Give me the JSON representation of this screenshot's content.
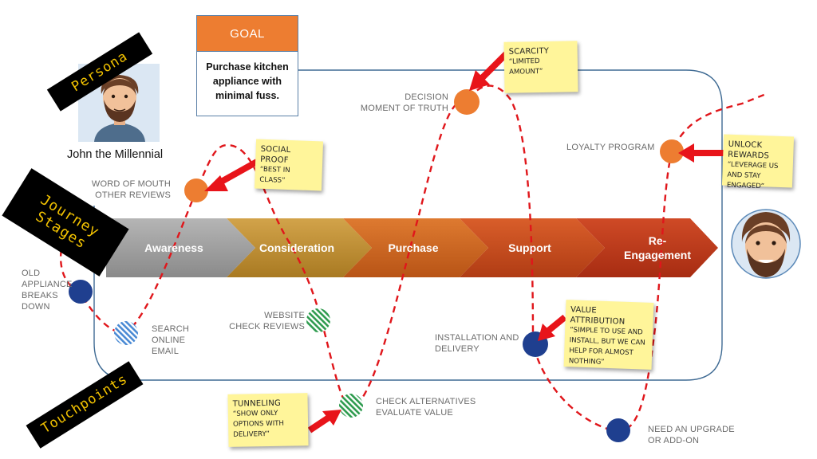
{
  "goal": {
    "header": "GOAL",
    "text": "Purchase kitchen appliance with minimal fuss."
  },
  "persona": {
    "tag": "Persona",
    "name": "John the Millennial"
  },
  "journey_tag": {
    "line1": "Journey",
    "line2": "Stages"
  },
  "touchpoints_tag": "Touchpoints",
  "stages": [
    "Awareness",
    "Consideration",
    "Purchase",
    "Support",
    "Re-Engagement"
  ],
  "stage_colors": [
    "#9a9a9a",
    "#bf8f2e",
    "#c9621a",
    "#c44a1c",
    "#b83418"
  ],
  "stage_label_lines": {
    "reengagement_1": "Re-",
    "reengagement_2": "Engagement"
  },
  "touchpoints": [
    {
      "label_lines": [
        "OLD",
        "APPLIANCE",
        "BREAKS",
        "DOWN"
      ],
      "marker": "navy"
    },
    {
      "label_lines": [
        "SEARCH",
        "ONLINE",
        "EMAIL"
      ],
      "marker": "blue-stripe"
    },
    {
      "label_lines": [
        "WORD OF MOUTH",
        "OTHER REVIEWS"
      ],
      "marker": "orange"
    },
    {
      "label_lines": [
        "WEBSITE",
        "CHECK REVIEWS"
      ],
      "marker": "green-stripe"
    },
    {
      "label_lines": [
        "CHECK ALTERNATIVES",
        "EVALUATE VALUE"
      ],
      "marker": "green-stripe"
    },
    {
      "label_lines": [
        "DECISION",
        "MOMENT OF TRUTH"
      ],
      "marker": "orange"
    },
    {
      "label_lines": [
        "INSTALLATION AND",
        "DELIVERY"
      ],
      "marker": "navy"
    },
    {
      "label_lines": [
        "NEED AN UPGRADE",
        "OR ADD-ON"
      ],
      "marker": "navy"
    },
    {
      "label_lines": [
        "LOYALTY PROGRAM"
      ],
      "marker": "orange"
    }
  ],
  "notes": [
    {
      "title": "SOCIAL PROOF",
      "quote": "“BEST IN CLASS”"
    },
    {
      "title": "SCARCITY",
      "quote": "“LIMITED AMOUNT”"
    },
    {
      "title": "UNLOCK REWARDS",
      "quote": "“LEVERAGE US AND STAY ENGAGED”"
    },
    {
      "title": "VALUE ATTRIBUTION",
      "quote": "“SIMPLE TO USE AND INSTALL, BUT WE CAN HELP FOR ALMOST NOTHING”"
    },
    {
      "title": "TUNNELING",
      "quote": "“SHOW ONLY OPTIONS WITH DELIVERY”"
    }
  ],
  "colors": {
    "goal_header": "#ed7d31",
    "orange_marker": "#ed7d31",
    "navy_marker": "#1f3f8f",
    "green_marker": "#2e9b4e",
    "blue_stripe": "#4a8ad4",
    "path": "#e0161b",
    "arrow": "#e8141a",
    "frame": "#3e6a93",
    "sticky": "#fff59a",
    "tag_text": "#f2c200"
  }
}
